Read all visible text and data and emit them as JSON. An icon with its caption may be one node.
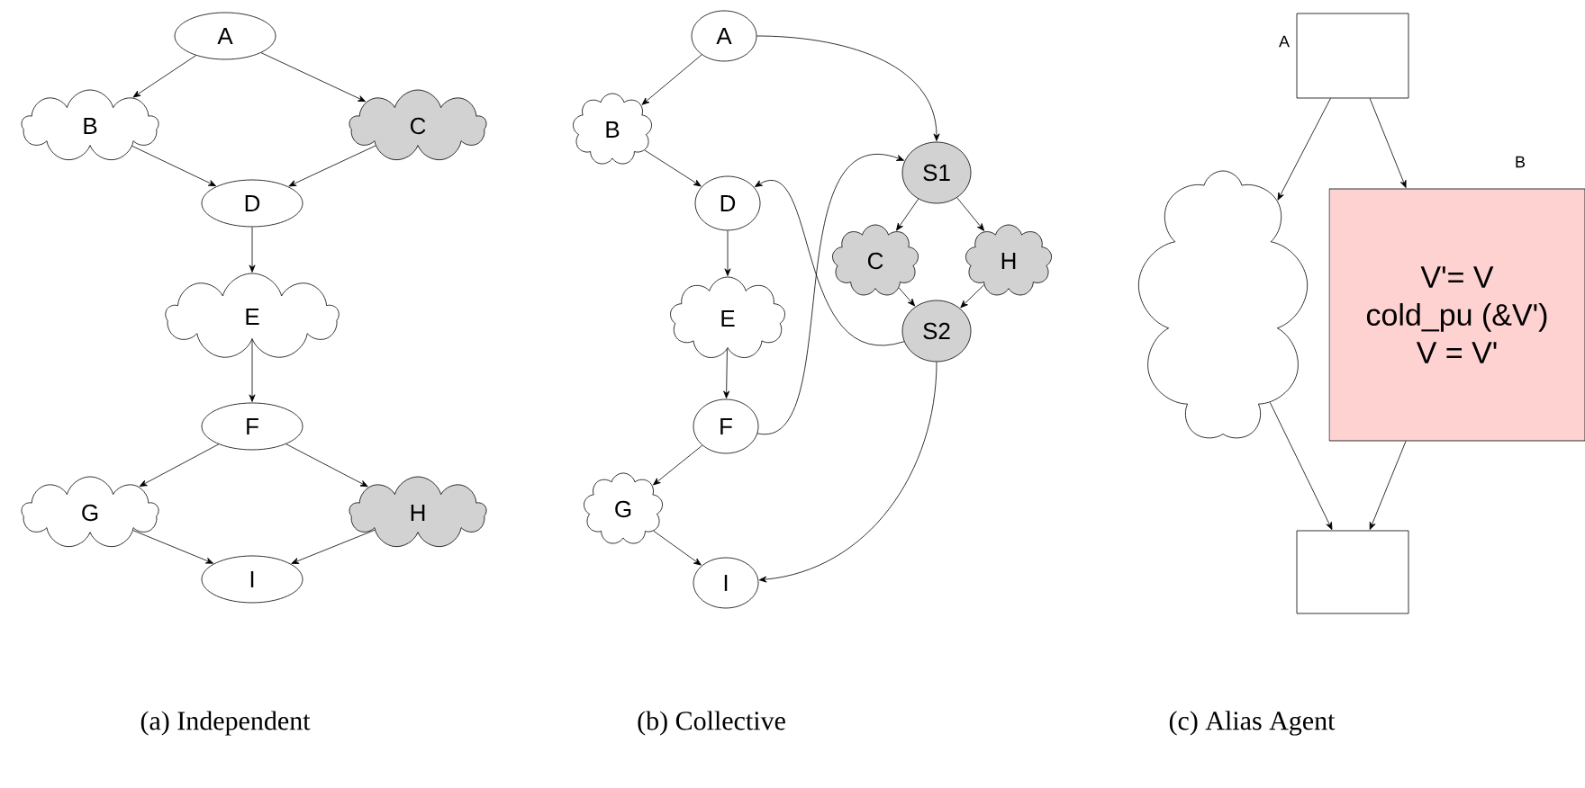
{
  "diagram": {
    "nodes": [
      {
        "text": [
          "A"
        ]
      },
      {
        "text": [
          "B"
        ]
      },
      {
        "text": [
          "C"
        ]
      },
      {
        "text": [
          "D"
        ]
      },
      {
        "text": [
          "E"
        ]
      },
      {
        "text": [
          "F"
        ]
      },
      {
        "text": [
          "G"
        ]
      },
      {
        "text": [
          "H"
        ]
      },
      {
        "text": [
          "I"
        ]
      },
      {
        "text": [
          "A"
        ]
      },
      {
        "text": [
          "B"
        ]
      },
      {
        "text": [
          "D"
        ]
      },
      {
        "text": [
          "E"
        ]
      },
      {
        "text": [
          "F"
        ]
      },
      {
        "text": [
          "G"
        ]
      },
      {
        "text": [
          "I"
        ]
      },
      {
        "text": [
          "S1"
        ]
      },
      {
        "text": [
          "C"
        ]
      },
      {
        "text": [
          "H"
        ]
      },
      {
        "text": [
          "S2"
        ]
      },
      {
        "text": [],
        "shape": "box",
        "beside": [
          "A"
        ]
      },
      {
        "text": [],
        "shape": "cloud"
      },
      {
        "text": [
          "V'= V",
          "cold_pu (&V')",
          "V = V'"
        ],
        "beside": [
          "B"
        ]
      },
      {
        "text": [],
        "shape": "box"
      }
    ],
    "edges": [
      {
        "from": 0,
        "to": 1,
        "arrow": "to"
      },
      {
        "from": 0,
        "to": 2,
        "arrow": "to"
      },
      {
        "from": 1,
        "to": 3,
        "arrow": "to"
      },
      {
        "from": 2,
        "to": 3,
        "arrow": "to"
      },
      {
        "from": 3,
        "to": 4,
        "arrow": "to"
      },
      {
        "from": 4,
        "to": 5,
        "arrow": "to"
      },
      {
        "from": 5,
        "to": 6,
        "arrow": "to"
      },
      {
        "from": 5,
        "to": 7,
        "arrow": "to"
      },
      {
        "from": 6,
        "to": 8,
        "arrow": "to"
      },
      {
        "from": 7,
        "to": 8,
        "arrow": "to"
      },
      {
        "from": 9,
        "to": 10,
        "arrow": "to"
      },
      {
        "from": 9,
        "to": 16,
        "arrow": "to"
      },
      {
        "from": 10,
        "to": 11,
        "arrow": "to"
      },
      {
        "from": 19,
        "to": 11,
        "arrow": "to"
      },
      {
        "from": 11,
        "to": 12,
        "arrow": "to"
      },
      {
        "from": 12,
        "to": 13,
        "arrow": "to"
      },
      {
        "from": 13,
        "to": 14,
        "arrow": "to"
      },
      {
        "from": 13,
        "to": 16,
        "arrow": "to"
      },
      {
        "from": 14,
        "to": 15,
        "arrow": "to"
      },
      {
        "from": 19,
        "to": 15,
        "arrow": "to"
      },
      {
        "from": 16,
        "to": 17,
        "arrow": "to"
      },
      {
        "from": 16,
        "to": 18,
        "arrow": "to"
      },
      {
        "from": 17,
        "to": 19,
        "arrow": "to"
      },
      {
        "from": 18,
        "to": 19,
        "arrow": "to"
      },
      {
        "from": 20,
        "to": 21,
        "arrow": "to"
      },
      {
        "from": 20,
        "to": 22,
        "arrow": "to"
      },
      {
        "from": 21,
        "to": 23,
        "arrow": "to"
      },
      {
        "from": 22,
        "to": 23,
        "arrow": "to"
      }
    ],
    "labels": [
      "(a) Independent",
      "(b) Collective",
      "(c) Alias Agent"
    ]
  }
}
